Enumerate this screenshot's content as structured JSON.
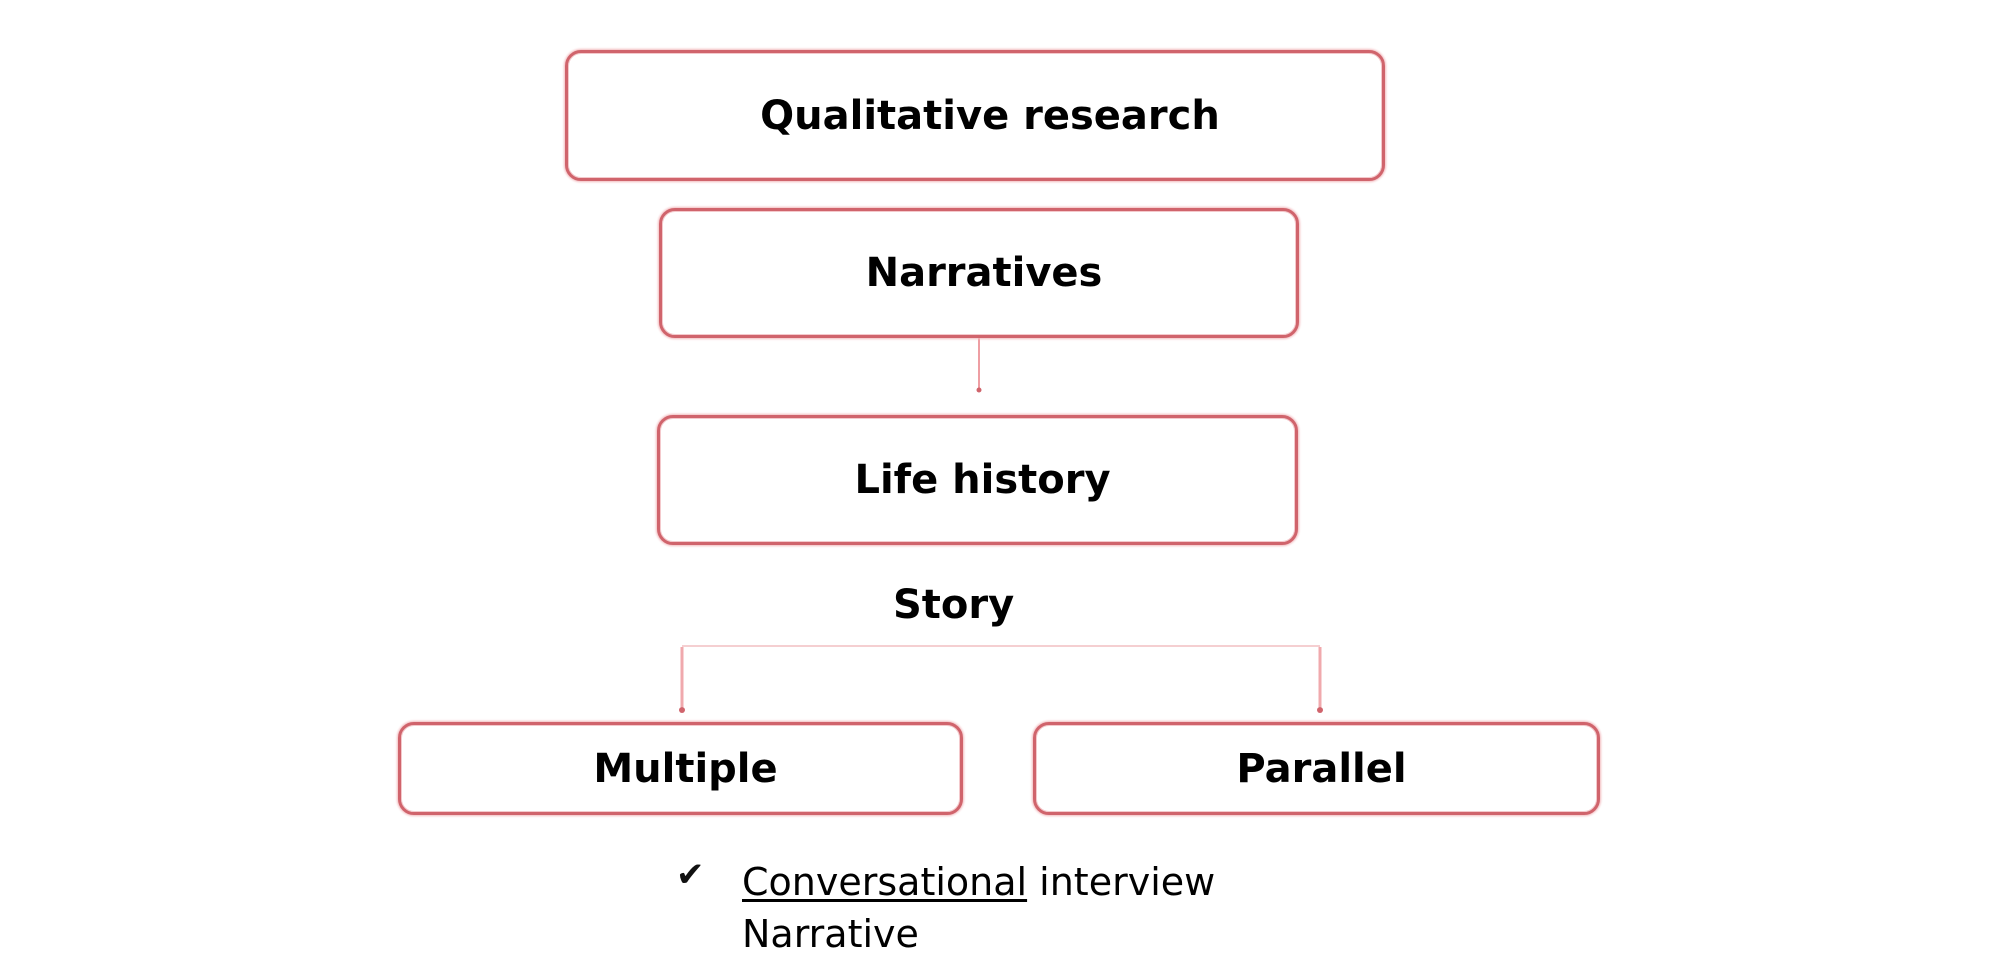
{
  "diagram": {
    "nodes": {
      "qualitative": {
        "label": "Qualitative research"
      },
      "narratives": {
        "label": "Narratives"
      },
      "life_history": {
        "label": "Life history"
      },
      "multiple": {
        "label": "Multiple"
      },
      "parallel": {
        "label": "Parallel"
      }
    },
    "story_label": "Story",
    "edges": [
      {
        "from": "narratives",
        "to": "life_history"
      },
      {
        "from": "story",
        "to": "multiple"
      },
      {
        "from": "story",
        "to": "parallel"
      }
    ],
    "bullet": {
      "icon": "check-icon",
      "underlined_word": "Conversational",
      "rest_of_line": " interview",
      "second_line": "Narrative"
    },
    "colors": {
      "box_border": "#d0646c",
      "connector": "#e08a90",
      "text": "#000000"
    }
  }
}
